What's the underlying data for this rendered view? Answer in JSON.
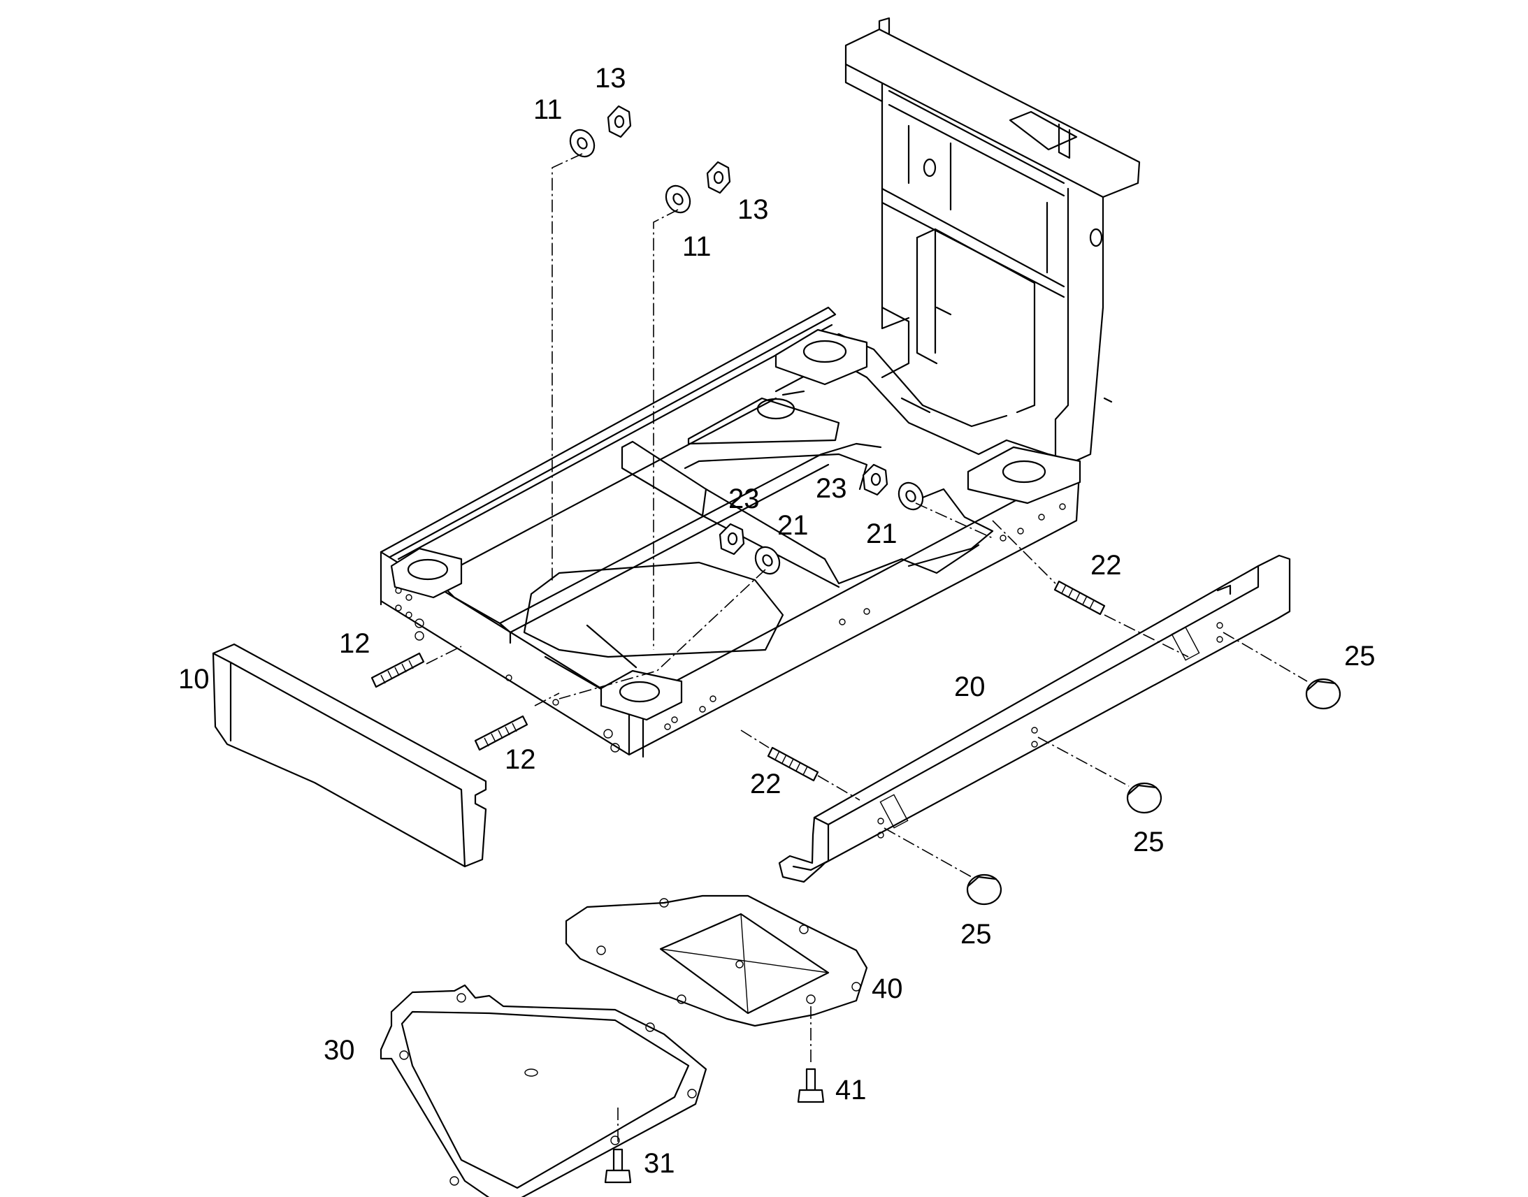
{
  "diagram_type": "exploded parts illustration",
  "line_color": "#000000",
  "background": "#ffffff",
  "callouts": {
    "c10": "10",
    "c11a": "11",
    "c11b": "11",
    "c12a": "12",
    "c12b": "12",
    "c13a": "13",
    "c13b": "13",
    "c20": "20",
    "c21a": "21",
    "c21b": "21",
    "c22a": "22",
    "c22b": "22",
    "c23a": "23",
    "c23b": "23",
    "c25a": "25",
    "c25b": "25",
    "c25c": "25",
    "c30": "30",
    "c31": "31",
    "c40": "40",
    "c41": "41"
  }
}
